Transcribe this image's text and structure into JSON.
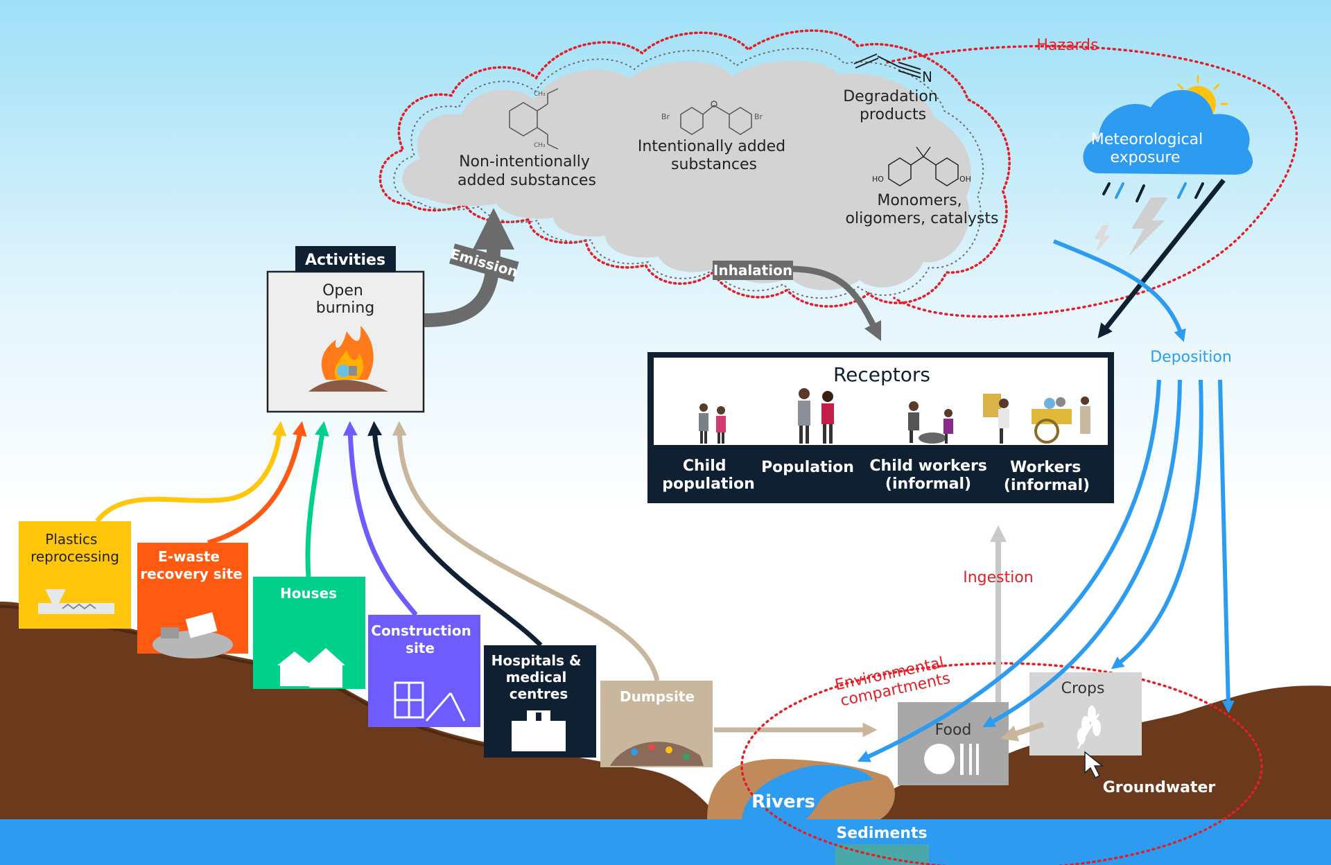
{
  "hazards_label": "Hazards",
  "cloud": {
    "nias": [
      "Non-intentionally",
      "added substances"
    ],
    "ias": [
      "Intentionally added",
      "substances"
    ],
    "degradation": [
      "Degradation",
      "products"
    ],
    "monomers": [
      "Monomers,",
      "oligomers, catalysts"
    ],
    "chem": {
      "n": "N",
      "br": "Br",
      "ho": "HO",
      "oh": "OH",
      "ch3": "CH₃"
    }
  },
  "weather": [
    "Meteorological",
    "exposure"
  ],
  "emission_label": "Emission",
  "inhalation_label": "Inhalation",
  "activities": {
    "header": "Activities",
    "title": [
      "Open",
      "burning"
    ]
  },
  "receptors": {
    "title": "Receptors",
    "groups": [
      [
        "Child",
        "population"
      ],
      [
        "Population"
      ],
      [
        "Child workers",
        "(informal)"
      ],
      [
        "Workers",
        "(informal)"
      ]
    ]
  },
  "deposition_label": "Deposition",
  "ingestion_label": "Ingestion",
  "env_label": [
    "Environmental",
    "compartments"
  ],
  "sources": [
    {
      "label": [
        "Plastics",
        "reprocessing"
      ],
      "color": "#FFC60B"
    },
    {
      "label": [
        "E-waste",
        "recovery site"
      ],
      "color": "#FF5A12"
    },
    {
      "label": [
        "Houses"
      ],
      "color": "#00D18A"
    },
    {
      "label": [
        "Construction",
        "site"
      ],
      "color": "#6F5CFF"
    },
    {
      "label": [
        "Hospitals &",
        "medical",
        "centres"
      ],
      "color": "#0F2033"
    },
    {
      "label": [
        "Dumpsite"
      ],
      "color": "#C8B79C"
    }
  ],
  "compartments": {
    "crops": "Crops",
    "food": "Food",
    "groundwater": "Groundwater",
    "rivers": "Rivers",
    "sediments": "Sediments"
  }
}
